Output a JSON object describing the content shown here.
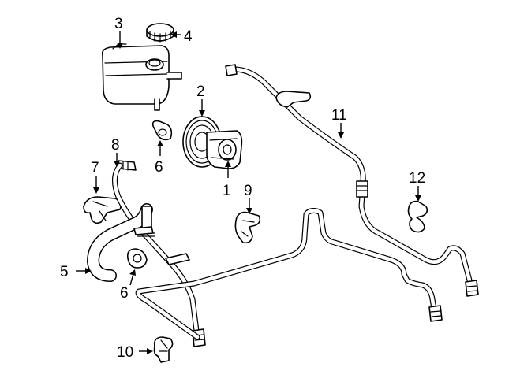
{
  "callouts": [
    {
      "id": "1",
      "text": "1"
    },
    {
      "id": "2",
      "text": "2"
    },
    {
      "id": "3",
      "text": "3"
    },
    {
      "id": "4",
      "text": "4"
    },
    {
      "id": "5",
      "text": "5"
    },
    {
      "id": "6a",
      "text": "6"
    },
    {
      "id": "6b",
      "text": "6"
    },
    {
      "id": "7",
      "text": "7"
    },
    {
      "id": "8",
      "text": "8"
    },
    {
      "id": "9",
      "text": "9"
    },
    {
      "id": "10",
      "text": "10"
    },
    {
      "id": "11",
      "text": "11"
    },
    {
      "id": "12",
      "text": "12"
    }
  ],
  "colors": {
    "line": "#000000",
    "background": "#ffffff"
  }
}
